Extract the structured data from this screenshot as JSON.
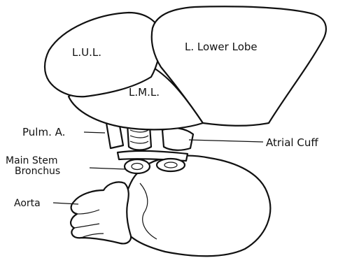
{
  "labels": {
    "lul": "L.U.L.",
    "lower_lobe": "L. Lower Lobe",
    "lml": "L.M.L.",
    "pulm_a": "Pulm. A.",
    "atrial_cuff": "Atrial Cuff",
    "main_stem_line1": "Main Stem",
    "main_stem_line2": "Bronchus",
    "aorta": "Aorta"
  },
  "colors": {
    "ink": "#111111",
    "background": "#ffffff"
  }
}
